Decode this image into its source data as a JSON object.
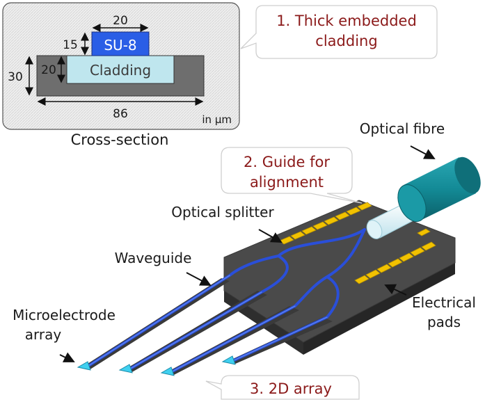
{
  "cross_section": {
    "su8_label": "SU-8",
    "cladding_label": "Cladding",
    "dim_su8_width": "20",
    "dim_su8_height": "15",
    "dim_cladding_height": "20",
    "dim_total_height": "30",
    "dim_total_width": "86",
    "unit_label": "in µm",
    "caption": "Cross-section"
  },
  "callouts": {
    "thick_cladding_line1": "1. Thick embedded",
    "thick_cladding_line2": "cladding",
    "guide_line1": "2. Guide for",
    "guide_line2": "alignment",
    "array_2d": "3. 2D array"
  },
  "labels": {
    "optical_fibre": "Optical fibre",
    "optical_splitter": "Optical splitter",
    "waveguide": "Waveguide",
    "microelectrode_line1": "Microelectrode",
    "microelectrode_line2": "array",
    "electrical_line1": "Electrical",
    "electrical_line2": "pads"
  },
  "colors": {
    "su8": "#2a5ee6",
    "cladding": "#bfe6ee",
    "core_substrate": "#6e6e6e",
    "chip": "#4a4a4a",
    "waveguide": "#2a4fd9",
    "pads": "#f2c200",
    "fibre": "#138a96",
    "callout_text": "#8b1a1a"
  }
}
